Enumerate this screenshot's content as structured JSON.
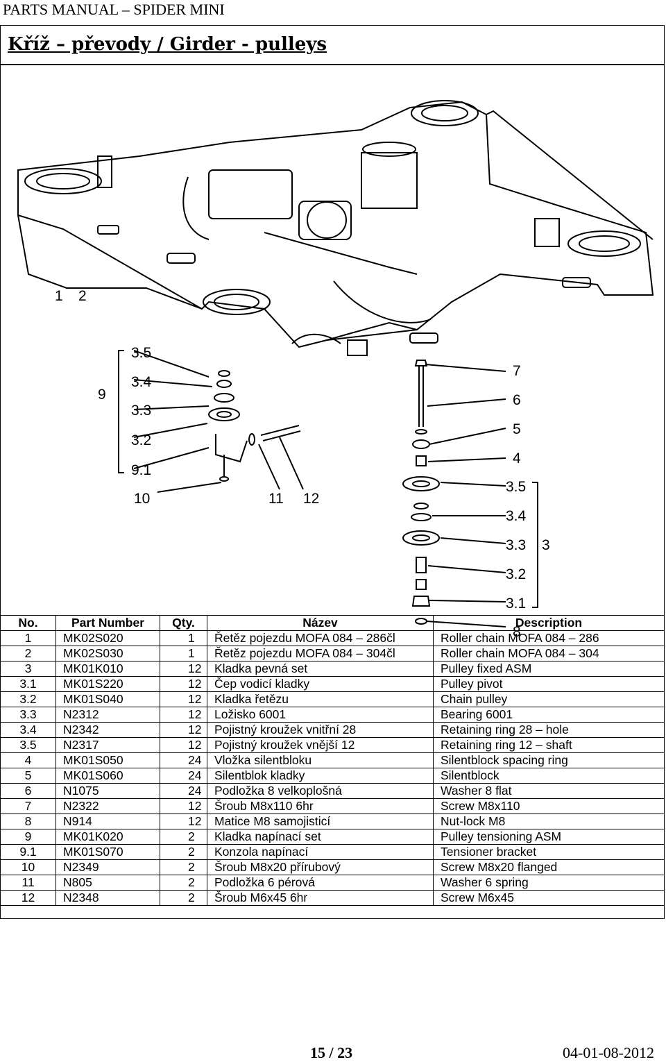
{
  "header": {
    "running_title": "PARTS MANUAL – SPIDER MINI"
  },
  "section": {
    "title": "Kříž – převody / Girder - pulleys"
  },
  "figure": {
    "callouts": {
      "c1": "1",
      "c2": "2",
      "l35": "3.5",
      "l34": "3.4",
      "l33": "3.3",
      "l32": "3.2",
      "l91": "9.1",
      "l9": "9",
      "l10": "10",
      "l11": "11",
      "l12": "12",
      "r7": "7",
      "r6": "6",
      "r5": "5",
      "r4": "4",
      "r35": "3.5",
      "r34": "3.4",
      "r33": "3.3",
      "r3": "3",
      "r32": "3.2",
      "r31": "3.1",
      "r8": "8"
    }
  },
  "table": {
    "headers": {
      "no": "No.",
      "part_number": "Part Number",
      "qty": "Qty.",
      "nazev": "Název",
      "description": "Description"
    },
    "rows": [
      {
        "no": "1",
        "part_number": "MK02S020",
        "qty": "1",
        "nazev": "Řetěz pojezdu MOFA 084 – 286čl",
        "description": "Roller chain MOFA 084 – 286"
      },
      {
        "no": "2",
        "part_number": "MK02S030",
        "qty": "1",
        "nazev": "Řetěz pojezdu MOFA 084 – 304čl",
        "description": "Roller chain MOFA 084 – 304"
      },
      {
        "no": "3",
        "part_number": "MK01K010",
        "qty": "12",
        "nazev": "Kladka pevná set",
        "description": "Pulley fixed ASM"
      },
      {
        "no": "3.1",
        "part_number": "MK01S220",
        "qty": "12",
        "nazev": "Čep vodicí kladky",
        "description": "Pulley pivot"
      },
      {
        "no": "3.2",
        "part_number": "MK01S040",
        "qty": "12",
        "nazev": "Kladka řetězu",
        "description": "Chain pulley"
      },
      {
        "no": "3.3",
        "part_number": "N2312",
        "qty": "12",
        "nazev": "Ložisko 6001",
        "description": "Bearing 6001"
      },
      {
        "no": "3.4",
        "part_number": "N2342",
        "qty": "12",
        "nazev": "Pojistný kroužek vnitřní 28",
        "description": "Retaining ring 28 – hole"
      },
      {
        "no": "3.5",
        "part_number": "N2317",
        "qty": "12",
        "nazev": "Pojistný kroužek vnější 12",
        "description": "Retaining ring 12 – shaft"
      },
      {
        "no": "4",
        "part_number": "MK01S050",
        "qty": "24",
        "nazev": "Vložka silentbloku",
        "description": "Silentblock spacing ring"
      },
      {
        "no": "5",
        "part_number": "MK01S060",
        "qty": "24",
        "nazev": "Silentblok kladky",
        "description": "Silentblock"
      },
      {
        "no": "6",
        "part_number": "N1075",
        "qty": "24",
        "nazev": "Podložka 8 velkoplošná",
        "description": "Washer 8 flat"
      },
      {
        "no": "7",
        "part_number": "N2322",
        "qty": "12",
        "nazev": "Šroub M8x110 6hr",
        "description": "Screw M8x110"
      },
      {
        "no": "8",
        "part_number": "N914",
        "qty": "12",
        "nazev": "Matice M8 samojisticí",
        "description": "Nut-lock M8"
      },
      {
        "no": "9",
        "part_number": "MK01K020",
        "qty": "2",
        "nazev": "Kladka napínací set",
        "description": "Pulley tensioning ASM"
      },
      {
        "no": "9.1",
        "part_number": "MK01S070",
        "qty": "2",
        "nazev": "Konzola napínací",
        "description": "Tensioner bracket"
      },
      {
        "no": "10",
        "part_number": "N2349",
        "qty": "2",
        "nazev": "Šroub M8x20 přírubový",
        "description": "Screw M8x20 flanged"
      },
      {
        "no": "11",
        "part_number": "N805",
        "qty": "2",
        "nazev": "Podložka 6 pérová",
        "description": "Washer 6 spring"
      },
      {
        "no": "12",
        "part_number": "N2348",
        "qty": "2",
        "nazev": "Šroub M6x45 6hr",
        "description": "Screw M6x45"
      }
    ]
  },
  "footer": {
    "page": "15 / 23",
    "doc_code": "04-01-08-2012"
  }
}
